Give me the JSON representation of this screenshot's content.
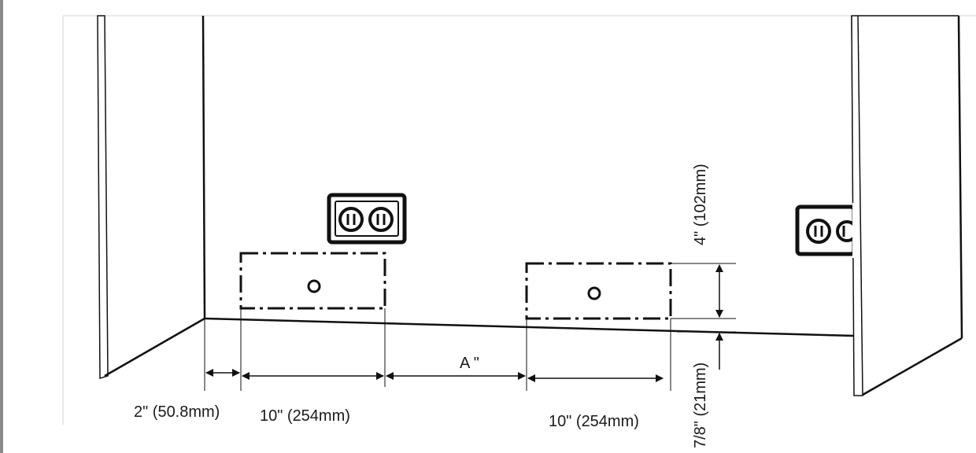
{
  "diagram": {
    "labels": {
      "left_offset": "2\" (50.8mm)",
      "left_box_width": "10\" (254mm)",
      "gap": "A \"",
      "right_box_width": "10\" (254mm)",
      "box_height": "4\" (102mm)",
      "floor_clearance": "7/8\" (21mm)"
    },
    "icons": [
      "duplex-outlet-icon",
      "duplex-outlet-icon",
      "mounting-hole-icon",
      "mounting-hole-icon"
    ],
    "colors": {
      "line": "#111111",
      "panel_border": "#d0d0d0",
      "rail": "#8a8a8a"
    }
  }
}
